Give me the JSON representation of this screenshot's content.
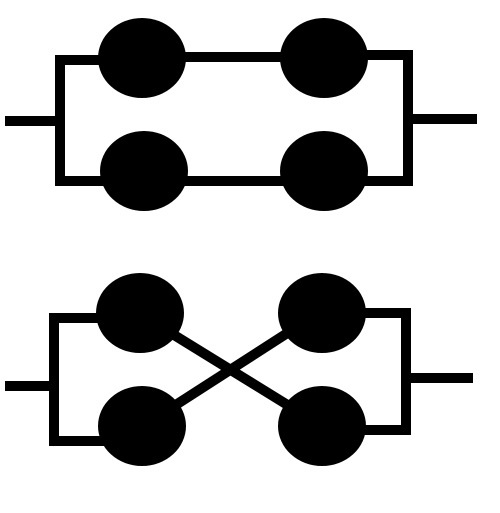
{
  "colors": {
    "background": "#ffffff",
    "stroke": "#000000",
    "node_fill": "#000000"
  },
  "diagrams": [
    {
      "name": "parallel-paths",
      "nodes": 4,
      "connections": "straight"
    },
    {
      "name": "crossed-paths",
      "nodes": 4,
      "connections": "crossed"
    }
  ]
}
